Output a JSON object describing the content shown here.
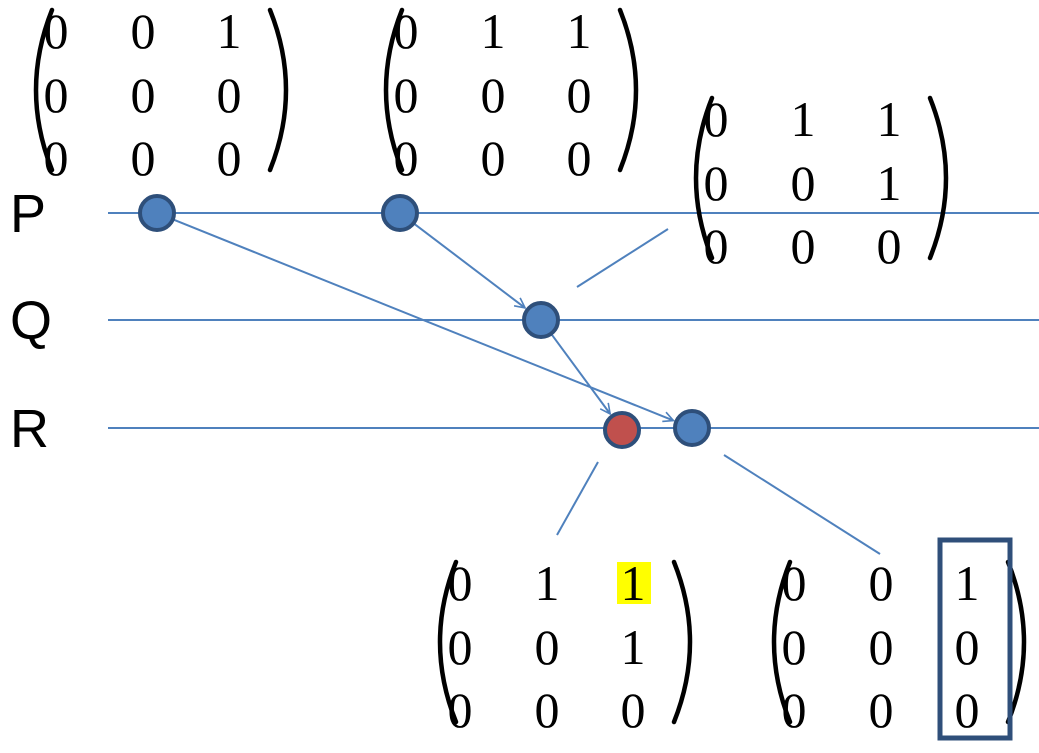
{
  "processes": [
    "P",
    "Q",
    "R"
  ],
  "colors": {
    "line": "#4f81bd",
    "event_fill": "#4f81bd",
    "event_stroke": "#2e4f7a",
    "highlight_event_fill": "#c0504d",
    "highlight_event_stroke": "#2e4f7a",
    "highlight_bg": "#ffff00",
    "highlight_text": "#c0504d",
    "box_stroke": "#2f4f7a"
  },
  "matrices": [
    {
      "id": "m1",
      "rows": [
        [
          "0",
          "0",
          "1"
        ],
        [
          "0",
          "0",
          "0"
        ],
        [
          "0",
          "0",
          "0"
        ]
      ]
    },
    {
      "id": "m2",
      "rows": [
        [
          "0",
          "1",
          "1"
        ],
        [
          "0",
          "0",
          "0"
        ],
        [
          "0",
          "0",
          "0"
        ]
      ]
    },
    {
      "id": "m3",
      "rows": [
        [
          "0",
          "1",
          "1"
        ],
        [
          "0",
          "0",
          "1"
        ],
        [
          "0",
          "0",
          "0"
        ]
      ]
    },
    {
      "id": "m4",
      "rows": [
        [
          "0",
          "1",
          "1"
        ],
        [
          "0",
          "0",
          "1"
        ],
        [
          "0",
          "0",
          "0"
        ]
      ],
      "highlight": [
        0,
        2
      ]
    },
    {
      "id": "m5",
      "rows": [
        [
          "0",
          "0",
          "1"
        ],
        [
          "0",
          "0",
          "0"
        ],
        [
          "0",
          "0",
          "0"
        ]
      ],
      "boxed_column": 2
    }
  ],
  "events": [
    {
      "id": "p1",
      "process": "P",
      "highlighted": false
    },
    {
      "id": "p2",
      "process": "P",
      "highlighted": false
    },
    {
      "id": "q1",
      "process": "Q",
      "highlighted": false
    },
    {
      "id": "r1",
      "process": "R",
      "highlighted": true
    },
    {
      "id": "r2",
      "process": "R",
      "highlighted": false
    }
  ],
  "messages": [
    {
      "from": "p2",
      "to": "q1"
    },
    {
      "from": "q1",
      "to": "r1"
    },
    {
      "from": "p1",
      "to": "r2"
    }
  ]
}
